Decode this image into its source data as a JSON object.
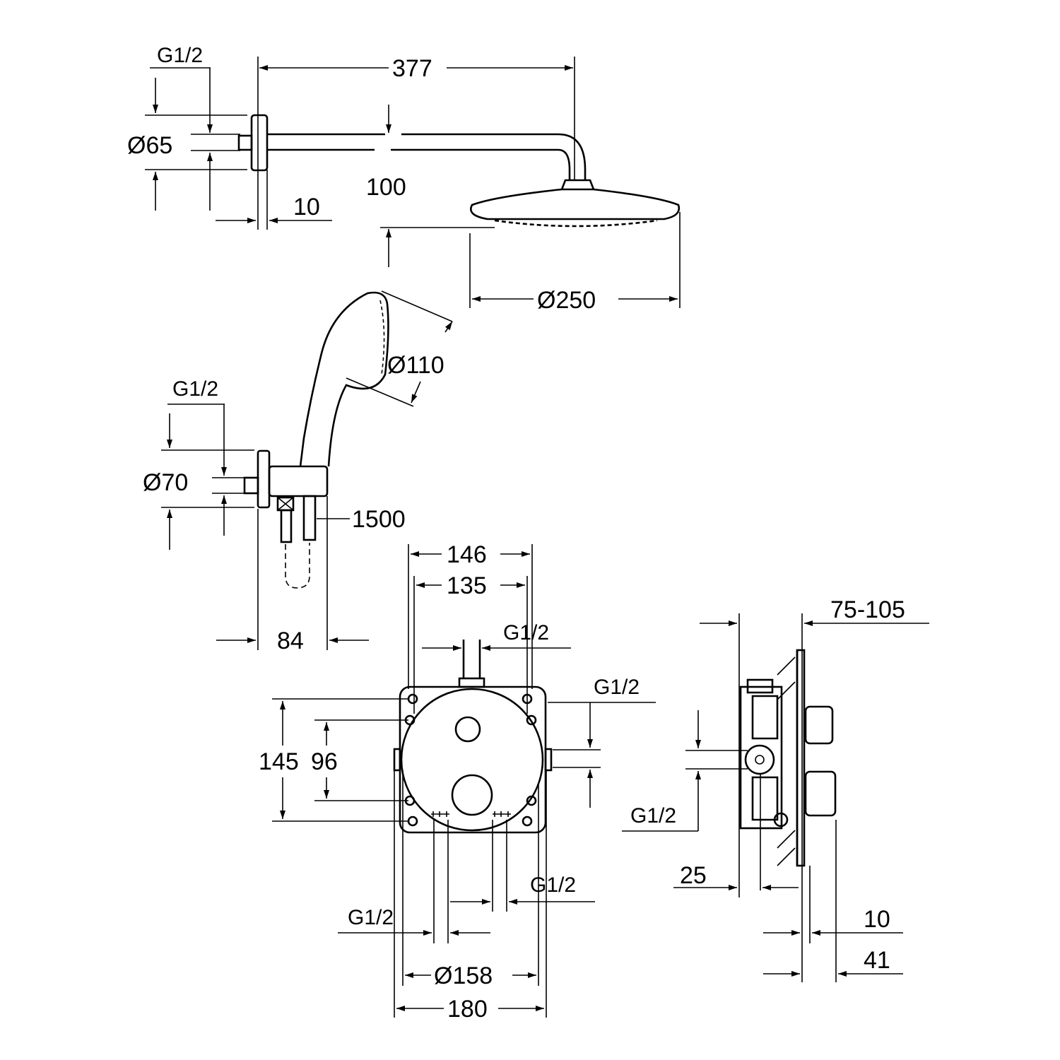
{
  "title": "Shower system dimension drawing",
  "colors": {
    "line": "#000000",
    "background": "#ffffff"
  },
  "head_shower": {
    "thread": "G1/2",
    "arm_length": "377",
    "wall_flange_diameter": "Ø65",
    "drop": "100",
    "flange_depth": "10",
    "head_diameter": "Ø250"
  },
  "hand_shower": {
    "head_diameter": "Ø110",
    "thread": "G1/2",
    "wall_flange_diameter": "Ø70",
    "hose_length": "1500",
    "projection": "84"
  },
  "thermostat_front": {
    "width_outer": "146",
    "width_inner": "135",
    "top_outlet_thread": "G1/2",
    "right_outlet_thread": "G1/2",
    "height_outer": "145",
    "height_inner": "96",
    "bottom_right_thread": "G1/2",
    "bottom_left_thread": "G1/2",
    "plate_diameter": "Ø158",
    "box_width": "180"
  },
  "thermostat_side": {
    "install_depth": "75-105",
    "outlet_thread": "G1/2",
    "offset": "25",
    "plate_thickness": "10",
    "handle_projection": "41"
  }
}
